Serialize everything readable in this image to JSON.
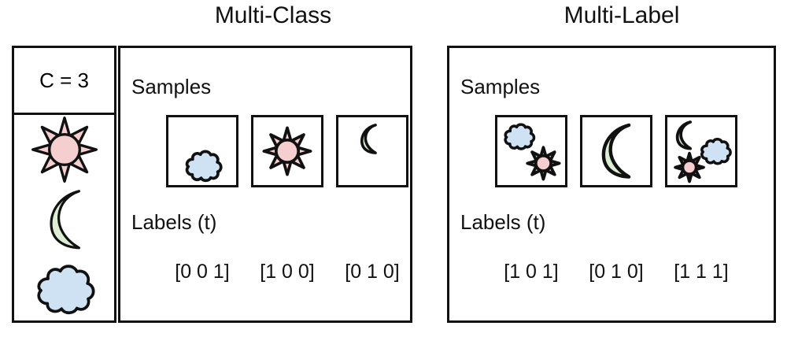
{
  "figure": {
    "background": "#ffffff",
    "stroke": "#111111"
  },
  "colors": {
    "sun_fill": "#f5cfcf",
    "moon_fill": "#dcedd4",
    "cloud_fill": "#cfe2f3",
    "outline": "#111111"
  },
  "legend": {
    "header_text": "C = 3",
    "classes": [
      {
        "name": "sun",
        "icon": "sun-icon",
        "index": 0
      },
      {
        "name": "moon",
        "icon": "moon-icon",
        "index": 1
      },
      {
        "name": "cloud",
        "icon": "cloud-icon",
        "index": 2
      }
    ]
  },
  "panels": [
    {
      "id": "multiclass",
      "title": "Multi-Class",
      "samples_label": "Samples",
      "labels_label": "Labels (t)",
      "samples": [
        {
          "icons": [
            "cloud-icon"
          ],
          "label": "[0 0 1]"
        },
        {
          "icons": [
            "sun-icon"
          ],
          "label": "[1 0 0]"
        },
        {
          "icons": [
            "moon-icon"
          ],
          "label": "[0 1 0]"
        }
      ]
    },
    {
      "id": "multilabel",
      "title": "Multi-Label",
      "samples_label": "Samples",
      "labels_label": "Labels (t)",
      "samples": [
        {
          "icons": [
            "cloud-icon",
            "sun-icon"
          ],
          "label": "[1 0 1]"
        },
        {
          "icons": [
            "moon-icon"
          ],
          "label": "[0 1 0]"
        },
        {
          "icons": [
            "moon-icon",
            "cloud-icon",
            "sun-icon"
          ],
          "label": "[1 1 1]"
        }
      ]
    }
  ]
}
